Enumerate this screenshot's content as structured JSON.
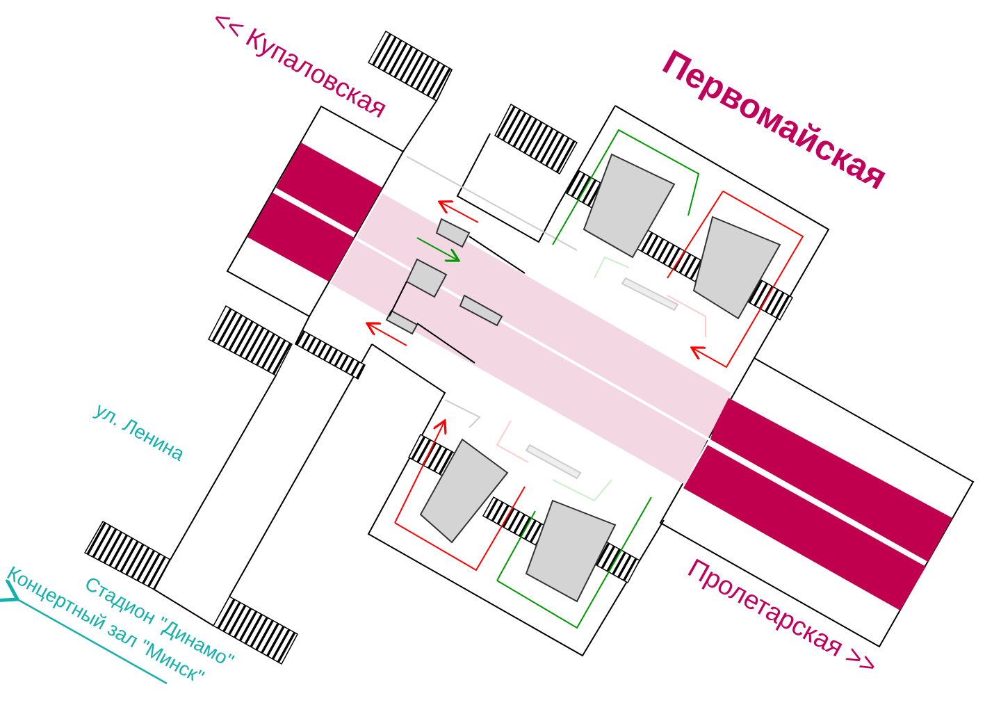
{
  "title": "Первомайская",
  "directions": {
    "left": "<< Купаловская",
    "right": "Пролетарская >>"
  },
  "street": "ул. Ленина",
  "exit_destinations": [
    "Стадион \"Динамо\"",
    "Концертный зал \"Минск\""
  ],
  "colors": {
    "track": "#c0004e",
    "title": "#c0005a",
    "city_text": "#14b0ac",
    "platform": "#f3d7e2",
    "block": "#d4d4d4",
    "exit_arrow": "#ff0000",
    "entry_arrow": "#009900"
  }
}
